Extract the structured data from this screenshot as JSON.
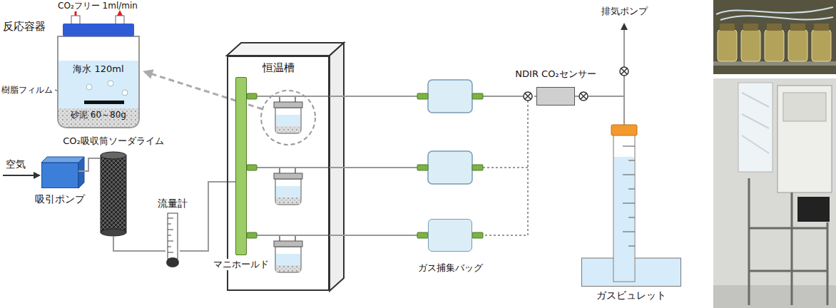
{
  "diagram": {
    "nodes": [
      {
        "text": [
          "反応容器"
        ]
      },
      {
        "text": [
          "吸引ポンプ"
        ]
      },
      {
        "text": [
          "CO₂吸収筒ソーダライム"
        ]
      },
      {
        "text": [
          "流量計"
        ]
      },
      {
        "text": [
          "恒温槽"
        ]
      },
      {
        "text": [
          "マニホールド"
        ],
        "in": 4
      },
      {
        "text": [
          "ガス捕集バッグ"
        ]
      },
      {
        "text": [
          "NDIR CO₂センサー"
        ]
      },
      {
        "text": [
          "ガスビュレット"
        ]
      }
    ],
    "edges": [
      {
        "from": 1,
        "to": 2,
        "arrow": "none"
      },
      {
        "from": 2,
        "to": 3,
        "arrow": "none"
      },
      {
        "from": 3,
        "to": 5,
        "arrow": "none"
      },
      {
        "from": 5,
        "to": 6,
        "arrow": "none"
      },
      {
        "from": 6,
        "to": 7,
        "arrow": "none"
      },
      {
        "from": 7,
        "to": 8,
        "arrow": "none"
      }
    ],
    "labels": [
      "CO₂フリー 1ml/min",
      "海水 120ml",
      "樹脂フィルム",
      "砂泥 60～80g",
      "空気",
      "排気ポンプ"
    ]
  }
}
